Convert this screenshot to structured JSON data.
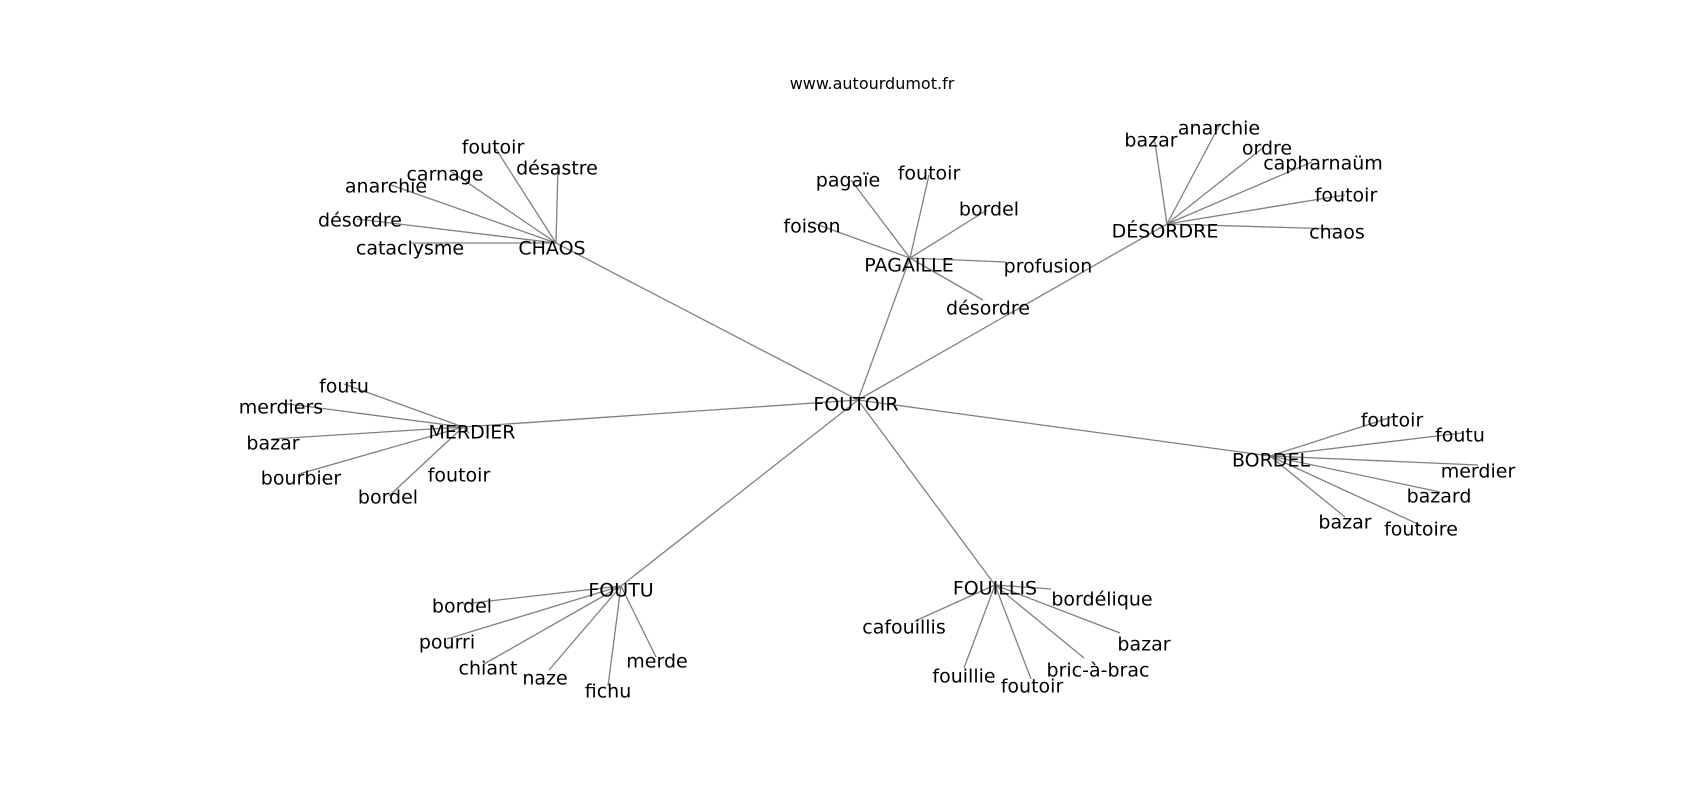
{
  "source_credit": "www.autourdumot.fr",
  "graph": {
    "center": "FOUTOIR",
    "clusters": [
      {
        "hub": "PAGAILLE",
        "leaves": [
          "pagaïe",
          "foutoir",
          "bordel",
          "foison",
          "profusion",
          "désordre"
        ]
      },
      {
        "hub": "DÉSORDRE",
        "leaves": [
          "bazar",
          "anarchie",
          "ordre",
          "capharnaüm",
          "foutoir",
          "chaos"
        ]
      },
      {
        "hub": "CHAOS",
        "leaves": [
          "foutoir",
          "désastre",
          "carnage",
          "anarchie",
          "désordre",
          "cataclysme"
        ]
      },
      {
        "hub": "MERDIER",
        "leaves": [
          "foutu",
          "merdiers",
          "bazar",
          "bourbier",
          "bordel",
          "foutoir"
        ]
      },
      {
        "hub": "BORDEL",
        "leaves": [
          "foutoir",
          "foutu",
          "merdier",
          "bazard",
          "bazar",
          "foutoire"
        ]
      },
      {
        "hub": "FOUTU",
        "leaves": [
          "bordel",
          "pourri",
          "chiant",
          "naze",
          "fichu",
          "merde"
        ]
      },
      {
        "hub": "FOUILLIS",
        "leaves": [
          "bordélique",
          "cafouillis",
          "bazar",
          "fouillie",
          "foutoir",
          "bric-à-brac"
        ]
      }
    ]
  }
}
